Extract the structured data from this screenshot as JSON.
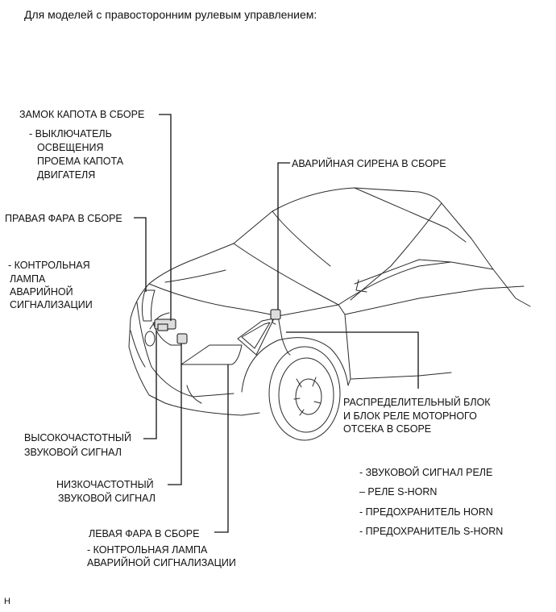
{
  "title": "Для моделей с правосторонним рулевым управлением:",
  "labels": {
    "hood_lock": {
      "title": "ЗАМОК КАПОТА В СБОРЕ",
      "sub": [
        "- ВЫКЛЮЧАТЕЛЬ",
        "ОСВЕЩЕНИЯ",
        "ПРОЕМА КАПОТА",
        "ДВИГАТЕЛЯ"
      ]
    },
    "right_headlamp": {
      "title": "ПРАВАЯ ФАРА В СБОРЕ",
      "sub": [
        "- КОНТРОЛЬНАЯ",
        "ЛАМПА",
        "АВАРИЙНОЙ",
        "СИГНАЛИЗАЦИИ"
      ]
    },
    "siren": {
      "title": "АВАРИЙНАЯ СИРЕНА В СБОРЕ"
    },
    "high_horn": {
      "lines": [
        "ВЫСОКОЧАСТОТНЫЙ",
        "ЗВУКОВОЙ СИГНАЛ"
      ]
    },
    "low_horn": {
      "lines": [
        "НИЗКОЧАСТОТНЫЙ",
        "ЗВУКОВОЙ СИГНАЛ"
      ]
    },
    "left_headlamp": {
      "title": "ЛЕВАЯ ФАРА В СБОРЕ",
      "sub": [
        "- КОНТРОЛЬНАЯ ЛАМПА",
        "АВАРИЙНОЙ СИГНАЛИЗАЦИИ"
      ]
    },
    "relay_block": {
      "lines": [
        "РАСПРЕДЕЛИТЕЛЬНЫЙ БЛОК",
        "И БЛОК РЕЛЕ МОТОРНОГО",
        "ОТСЕКА В СБОРЕ"
      ],
      "items": [
        "- ЗВУКОВОЙ СИГНАЛ  РЕЛЕ",
        "– РЕЛЕ S-HORN",
        "- ПРЕДОХРАНИТЕЛЬ HORN",
        "- ПРЕДОХРАНИТЕЛЬ S-HORN"
      ]
    }
  },
  "footer": "H"
}
